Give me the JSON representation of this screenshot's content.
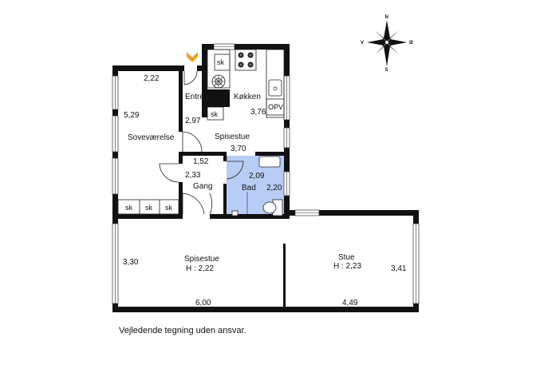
{
  "colors": {
    "wall": "#111111",
    "bath": "#b8cdf5",
    "entry_marker": "#f0a020",
    "window": "#ffffff"
  },
  "compass": {
    "n": "N",
    "s": "S",
    "v": "V",
    "o": "Ø"
  },
  "rooms": {
    "soveværelse": {
      "name": "Soveværelse",
      "width": "2,22",
      "length": "5,29"
    },
    "entre": {
      "name": "Entré",
      "length": "2,97"
    },
    "koekken": {
      "name": "Køkken",
      "length": "3,76",
      "sk1": "sk",
      "sk2": "sk",
      "opv": "OPV"
    },
    "spisestue_top": {
      "name": "Spisestue",
      "width": "3,70"
    },
    "gang": {
      "name": "Gang",
      "width": "1,52",
      "length": "2,33",
      "sk": [
        "sk",
        "sk",
        "sk"
      ]
    },
    "bad": {
      "name": "Bad",
      "width": "2,09",
      "length": "2,20"
    },
    "spisestue": {
      "name": "Spisestue",
      "height": "H : 2,22",
      "length": "3,30",
      "width": "6,00"
    },
    "stue": {
      "name": "Stue",
      "height": "H : 2,23",
      "length": "3,41",
      "width": "4,49"
    }
  },
  "disclaimer": "Vejledende tegning uden ansvar."
}
